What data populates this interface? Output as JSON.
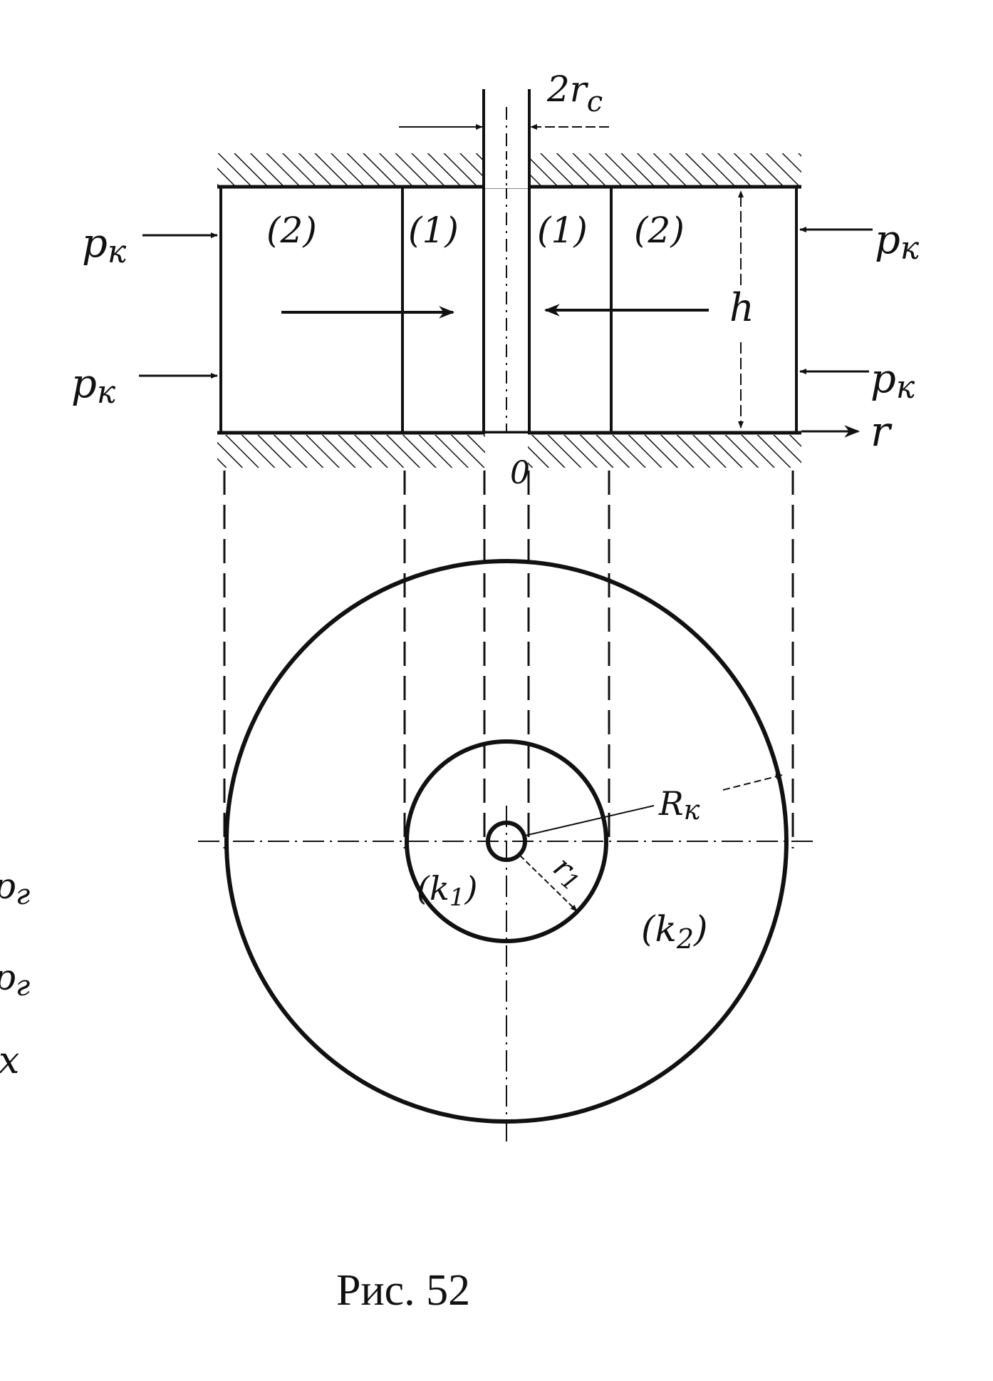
{
  "labels": {
    "well_diameter": "2r",
    "well_diameter_sub": "c",
    "zone_outer": "(2)",
    "zone_inner": "(1)",
    "pressure": "p",
    "pressure_sub": "к",
    "thickness": "h",
    "radial_axis": "r",
    "origin": "0",
    "outer_radius": "R",
    "outer_radius_sub": "к",
    "inner_radius": "r",
    "inner_radius_sub": "1",
    "region_inner": "(k",
    "region_inner_sub": "1",
    "region_outer": "(k",
    "region_outer_sub": "2",
    "close_paren": ")"
  },
  "margin_fragments": {
    "frag1": "p",
    "frag1_sub": "г",
    "frag2": "p",
    "frag2_sub": "г",
    "frag3": "x"
  },
  "caption": "Рис. 52"
}
